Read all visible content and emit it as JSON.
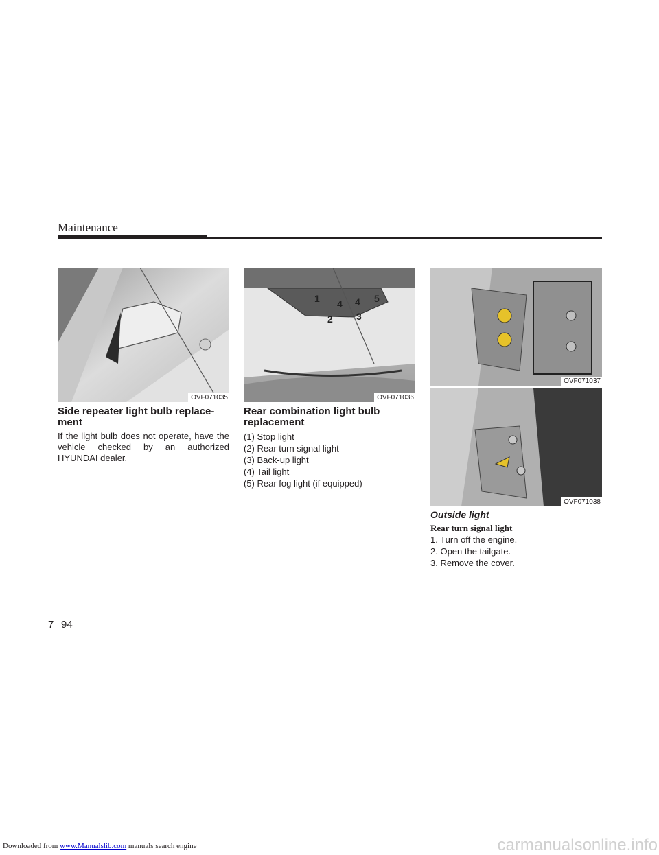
{
  "header": {
    "title": "Maintenance"
  },
  "figures": [
    {
      "caption": "OVF071035"
    },
    {
      "caption": "OVF071036",
      "callouts": [
        "1",
        "4",
        "4",
        "5",
        "2",
        "3"
      ]
    },
    {
      "caption": "OVF071037"
    },
    {
      "caption": "OVF071038"
    }
  ],
  "side_repeater": {
    "heading_line1": "Side repeater light bulb replace-",
    "heading_line2": "ment",
    "body": "If the light bulb does not operate, have the vehicle checked by an authorized HYUNDAI dealer."
  },
  "rear_combination": {
    "heading_line1": "Rear combination light bulb",
    "heading_line2": "replacement",
    "items": [
      "(1) Stop light",
      "(2) Rear turn signal light",
      "(3) Back-up light",
      "(4) Tail light",
      "(5) Rear fog light (if equipped)"
    ]
  },
  "outside_light": {
    "title": "Outside light",
    "subtitle": "Rear turn signal light",
    "steps": [
      "1. Turn off the engine.",
      "2. Open the tailgate.",
      "3. Remove the cover."
    ]
  },
  "page": {
    "section": "7",
    "number": "94"
  },
  "footer": {
    "prefix": "Downloaded from ",
    "link_text": "www.Manualslib.com",
    "suffix": " manuals search engine",
    "watermark": "carmanualsonline.info"
  }
}
